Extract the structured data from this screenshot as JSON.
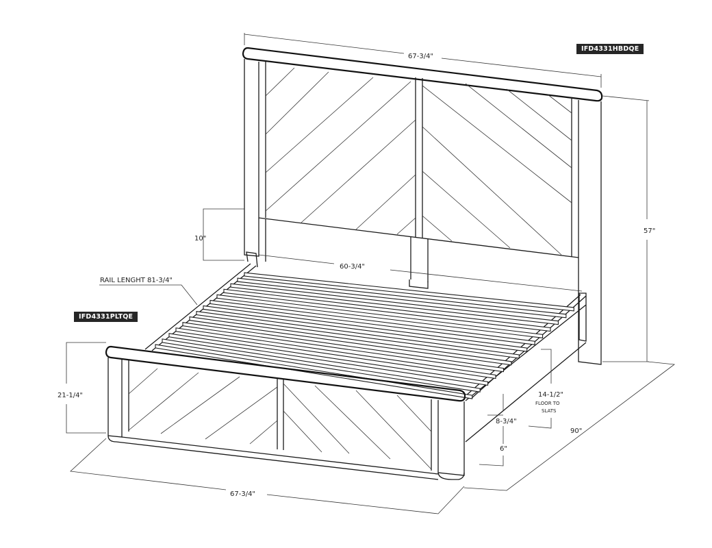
{
  "headboard_code": "IFD4331HBDQE",
  "footboard_code": "IFD4331PLTQE",
  "dimensions": {
    "headboard_width": "67-3/4\"",
    "headboard_height": "57\"",
    "rail_gap": "10\"",
    "inner_width": "60-3/4\"",
    "rail_length": "RAIL LENGHT 81-3/4\"",
    "footboard_height": "21-1/4\"",
    "footboard_width": "67-3/4\"",
    "overall_length": "90\"",
    "floor_to_slats": "14-1/2\"",
    "floor_to_slats_note1": "FLOOR TO",
    "floor_to_slats_note2": "SLATS",
    "rail_height": "8-3/4\"",
    "clearance": "6\""
  },
  "slat_count": 14
}
